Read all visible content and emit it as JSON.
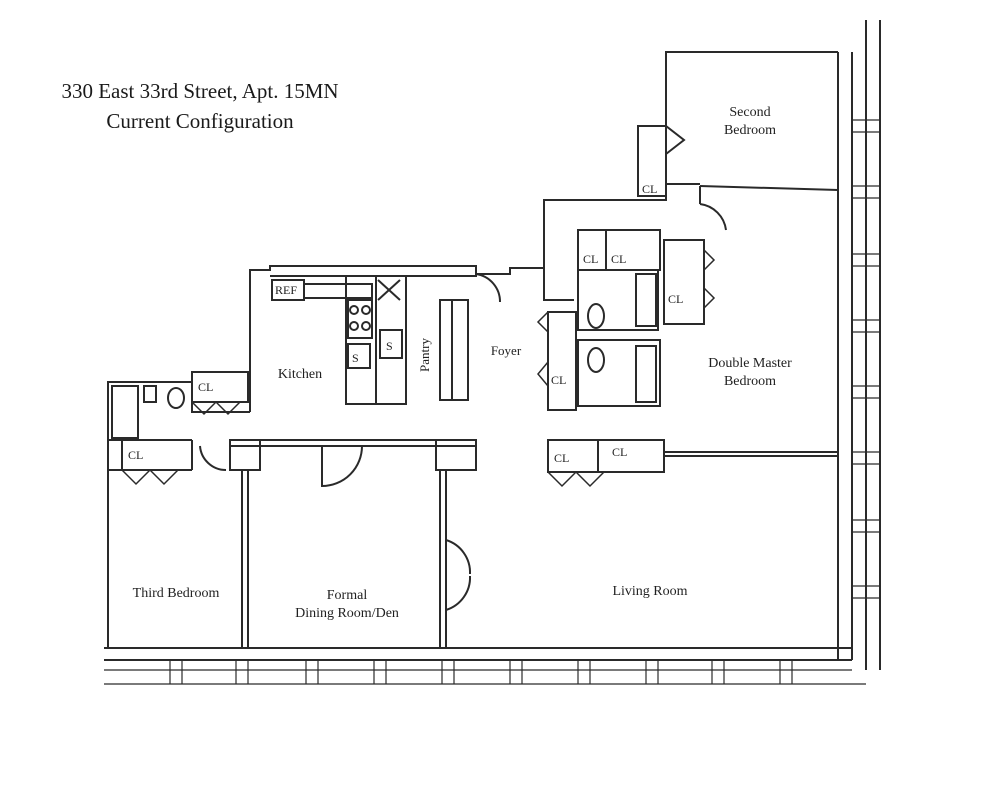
{
  "title": {
    "line1": "330 East 33rd Street, Apt. 15MN",
    "line2": "Current Configuration"
  },
  "rooms": {
    "second_bedroom": "Second\nBedroom",
    "double_master_bedroom": "Double Master\nBedroom",
    "kitchen": "Kitchen",
    "pantry": "Pantry",
    "foyer": "Foyer",
    "third_bedroom": "Third Bedroom",
    "formal_dining": "Formal\nDining Room/Den",
    "living_room": "Living Room"
  },
  "labels": {
    "closet": "CL",
    "refrigerator": "REF",
    "sink": "S"
  },
  "colors": {
    "line": "#2a2a2a",
    "paper": "#ffffff"
  }
}
